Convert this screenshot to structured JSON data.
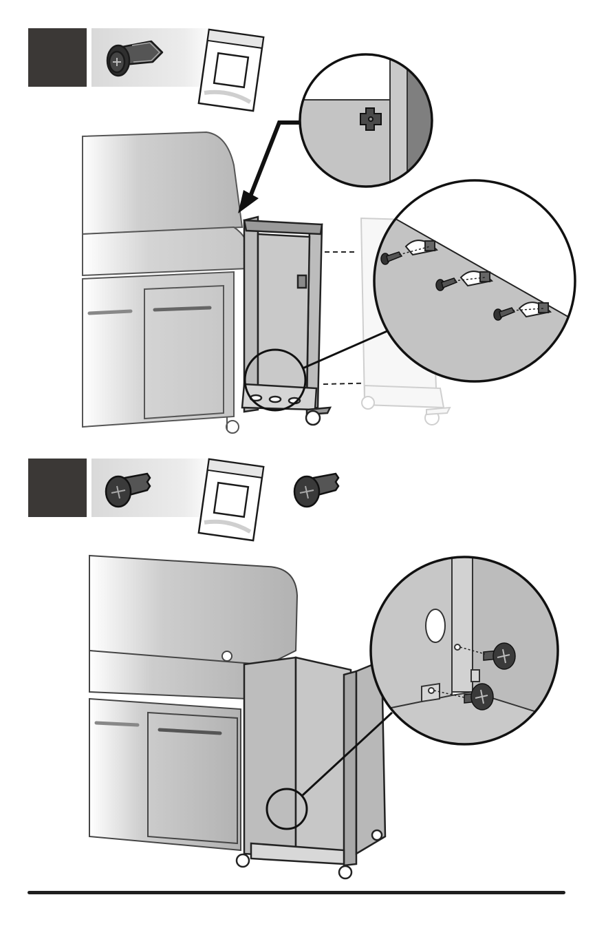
{
  "page": {
    "type": "assembly-instructions-page"
  },
  "steps": [
    {
      "step_number": "",
      "parts": [
        {
          "icon": "push-rivet-icon",
          "label": ""
        },
        {
          "icon": "hardware-bag-icon",
          "label": ""
        }
      ],
      "illustration": "side-cabinet-attach-with-rivets",
      "callouts": [
        "bracket-detail-callout",
        "rivet-holes-detail-callout"
      ]
    },
    {
      "step_number": "",
      "parts": [
        {
          "icon": "screw-icon",
          "label": ""
        },
        {
          "icon": "hardware-bag-icon",
          "label": ""
        },
        {
          "icon": "screw-icon",
          "label": ""
        }
      ],
      "illustration": "side-cabinet-secure-with-screws",
      "callouts": [
        "screw-detail-callout"
      ]
    }
  ],
  "colors": {
    "step_box": "#3b3836",
    "line": "#1e1e1e",
    "panel_fill": "#c8c8c8",
    "callout_fill": "#bdbdbd"
  }
}
